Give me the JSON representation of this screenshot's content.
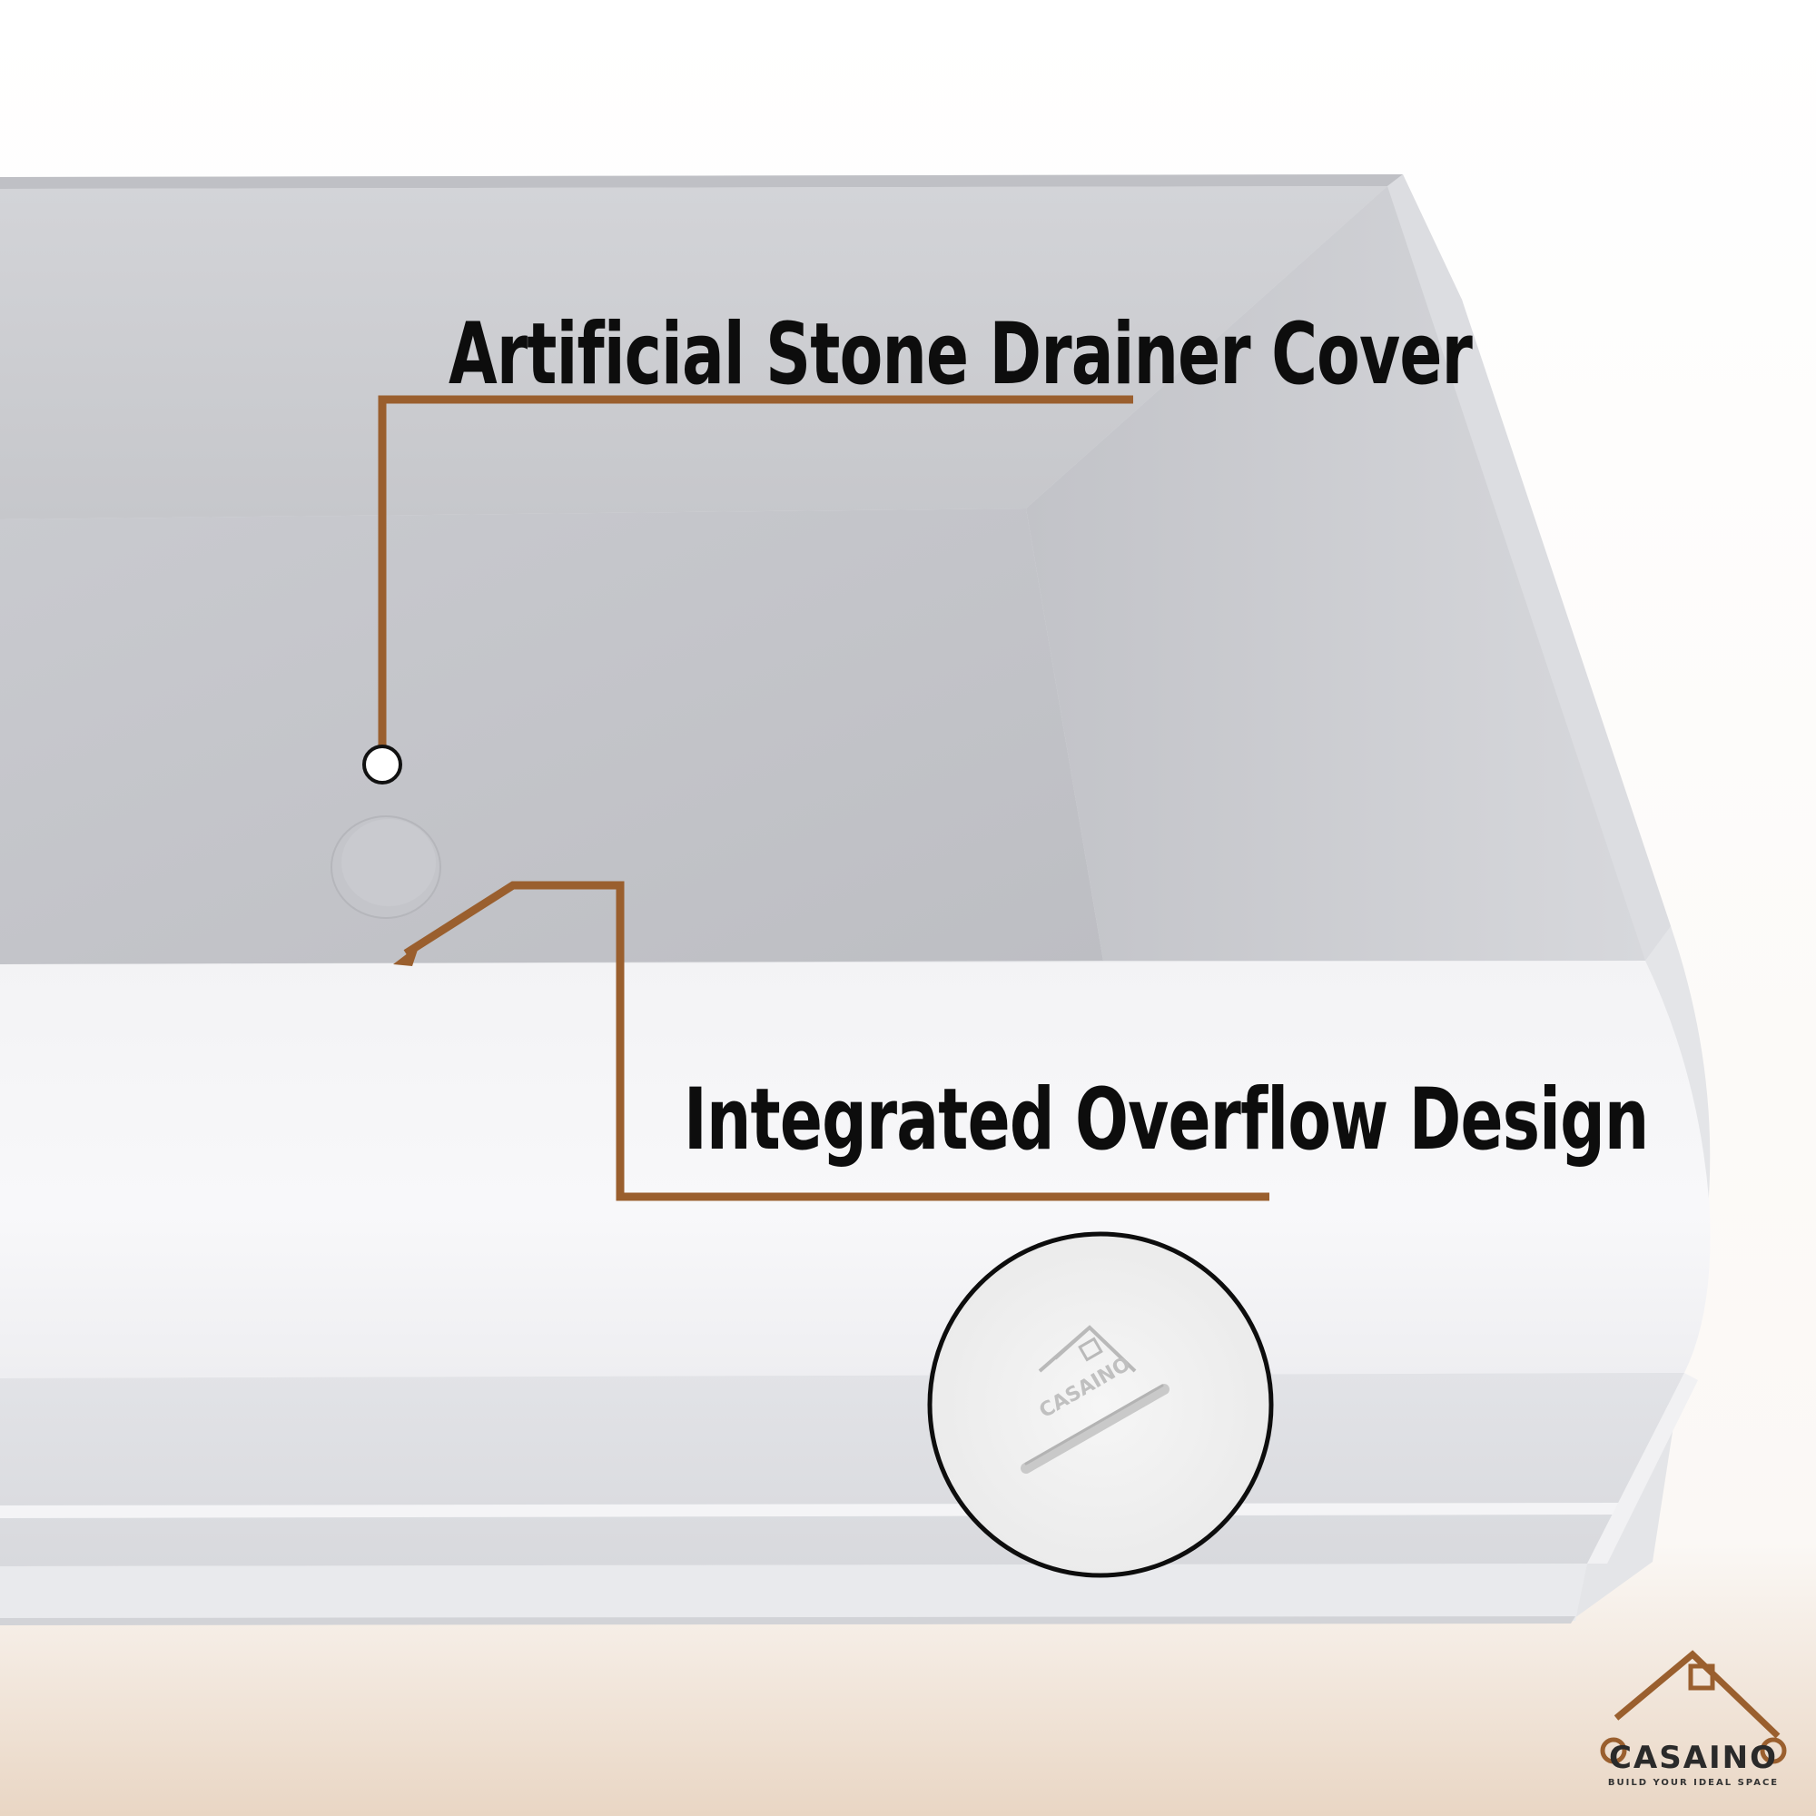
{
  "callouts": {
    "drainer": "Artificial Stone Drainer Cover",
    "overflow": "Integrated Overflow Design"
  },
  "brand": {
    "name": "CASAINO",
    "tagline": "BUILD YOUR IDEAL SPACE",
    "color": "#9a5f2e"
  },
  "inset": {
    "logo_text": "CASAINO"
  },
  "colors": {
    "accent_line": "#9a5f2e",
    "text": "#0d0d0d"
  }
}
